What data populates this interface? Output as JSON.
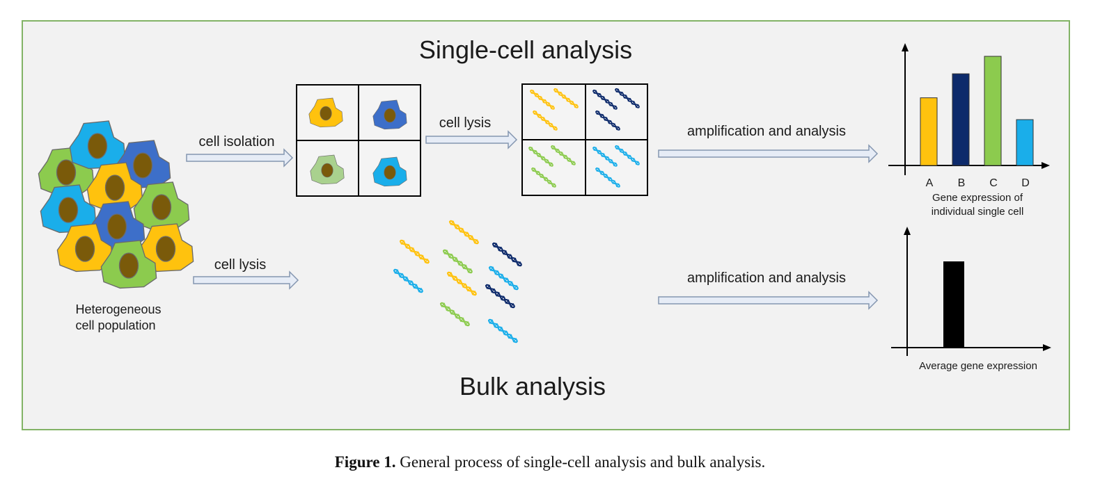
{
  "figure": {
    "single_cell_title": "Single-cell analysis",
    "bulk_title": "Bulk analysis",
    "population_label_line1": "Heterogeneous",
    "population_label_line2": "cell population",
    "steps": {
      "cell_isolation": "cell isolation",
      "cell_lysis_single": "cell lysis",
      "amplification_single": "amplification and analysis",
      "cell_lysis_bulk": "cell lysis",
      "amplification_bulk": "amplification and analysis"
    },
    "colors": {
      "yellow": "#FFC20E",
      "dark_blue": "#0D2A6B",
      "green": "#8CCB4E",
      "light_blue": "#1AAEEA",
      "medium_blue": "#3D6FC9",
      "nucleus": "#7A5A0A",
      "panel_border": "#82B366",
      "panel_fill": "#F2F2F2",
      "arrow_fill": "#E6ECF6",
      "arrow_stroke": "#8496B0"
    }
  },
  "charts": {
    "single_cell": {
      "type": "bar",
      "categories": [
        "A",
        "B",
        "C",
        "D"
      ],
      "values": [
        0.62,
        0.84,
        1.0,
        0.42
      ],
      "colors": [
        "#FFC20E",
        "#0D2A6B",
        "#8CCB4E",
        "#1AAEEA"
      ],
      "caption_line1": "Gene expression of",
      "caption_line2": "individual single cell"
    },
    "bulk": {
      "type": "bar",
      "values": [
        1.0
      ],
      "colors": [
        "#000000"
      ],
      "caption": "Average gene expression"
    }
  },
  "caption": {
    "label": "Figure 1.",
    "text": " General process of single-cell analysis and bulk analysis."
  }
}
